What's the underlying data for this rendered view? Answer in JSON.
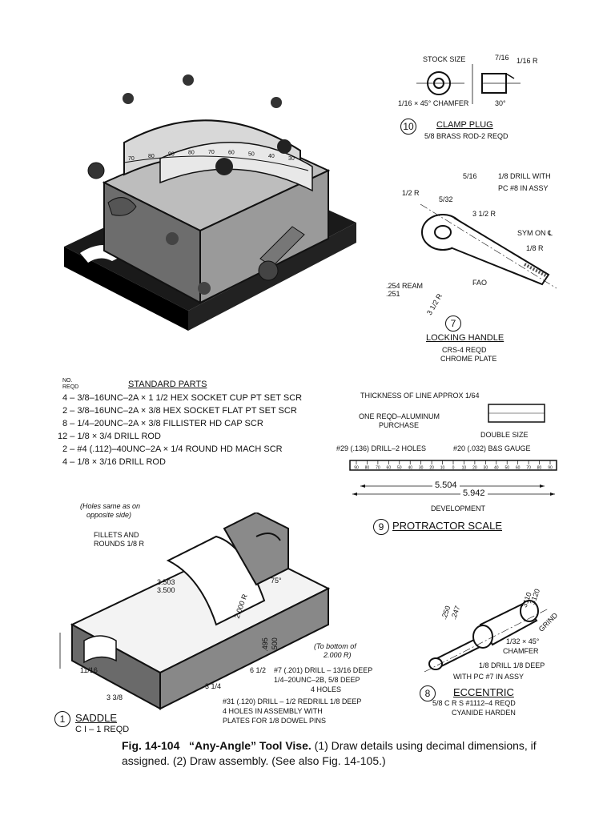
{
  "parts": {
    "clamp_plug": {
      "number": "10",
      "title": "CLAMP PLUG",
      "material": "5/8 BRASS ROD-2 REQD",
      "labels": [
        "STOCK SIZE",
        "7/16",
        "1/16 R",
        "1/16 × 45° CHAMFER",
        "30°"
      ]
    },
    "locking_handle": {
      "number": "7",
      "title": "LOCKING HANDLE",
      "material": "CRS-4 REQD",
      "finish": "CHROME PLATE",
      "labels": [
        "1/8 DRILL WITH",
        "PC #8 IN ASSY",
        "1/2 R",
        "5/16",
        "5/32",
        "3 1/2 R",
        "SYM ON ℄",
        "1/8 R",
        ".254 REAM",
        ".251",
        "FAO",
        "3 1/2 R"
      ]
    },
    "protractor_scale": {
      "number": "9",
      "title": "PROTRACTOR SCALE",
      "labels": [
        "THICKNESS OF LINE APPROX 1/64",
        "ONE REQD–ALUMINUM",
        "PURCHASE",
        "DOUBLE SIZE",
        "#29 (.136) DRILL–2 HOLES",
        "#20 (.032) B&S GAUGE",
        "5.504",
        "5.942",
        "DEVELOPMENT"
      ]
    },
    "eccentric": {
      "number": "8",
      "title": "ECCENTRIC",
      "material": "5/8 C R S #1112–4 REQD",
      "finish": "CYANIDE HARDEN",
      "labels": [
        ".250",
        ".247",
        "3120",
        "3110",
        "GRIND",
        "1/32 × 45°",
        "CHAMFER",
        "1/8 DRILL 1/8 DEEP",
        "WITH PC #7 IN ASSY"
      ]
    },
    "saddle": {
      "number": "1",
      "title": "SADDLE",
      "material": "C I – 1 REQD",
      "labels": [
        "(Holes same as on",
        "opposite side)",
        "FILLETS AND",
        "ROUNDS 1/8 R",
        "3.503",
        "3.500",
        "2.000 R",
        "75°",
        "(To bottom of",
        "2.000 R)",
        ".500",
        ".495",
        "6 1/2",
        "3 1/4",
        "#7 (.201) DRILL – 13/16 DEEP",
        "1/4–20UNC–2B, 5/8 DEEP",
        "4 HOLES",
        "#31 (.120) DRILL – 1/2 REDRILL 1/8 DEEP",
        "4 HOLES IN ASSEMBLY WITH",
        "PLATES FOR 1/8 DOWEL PINS",
        "11/16",
        "3 3/8"
      ]
    }
  },
  "standard_parts": {
    "header_left": "NO. REQD",
    "title": "STANDARD PARTS",
    "rows": [
      "4 – 3/8–16UNC–2A × 1 1/2 HEX SOCKET CUP PT SET SCR",
      "2 – 3/8–16UNC–2A × 3/8 HEX SOCKET FLAT PT SET SCR",
      "8 – 1/4–20UNC–2A × 3/8 FILLISTER HD CAP SCR",
      "12 – 1/8 × 3/4 DRILL ROD",
      "2 – #4 (.112)–40UNC–2A × 1/4 ROUND HD MACH SCR",
      "4 – 1/8 × 3/16 DRILL ROD"
    ]
  },
  "caption": {
    "fig": "Fig. 14-104",
    "title": "“Any-Angle” Tool Vise.",
    "text": "(1) Draw details using decimal dimensions, if assigned. (2) Draw assembly. (See also Fig. 14-105.)"
  },
  "scale_ticks": [
    "90",
    "80",
    "70",
    "60",
    "50",
    "40",
    "30",
    "20",
    "10",
    "0",
    "10",
    "20",
    "30",
    "40",
    "50",
    "60",
    "70",
    "80",
    "90"
  ],
  "vise_dial_ticks": [
    "70",
    "80",
    "90",
    "80",
    "70",
    "60",
    "50",
    "40",
    "30"
  ]
}
